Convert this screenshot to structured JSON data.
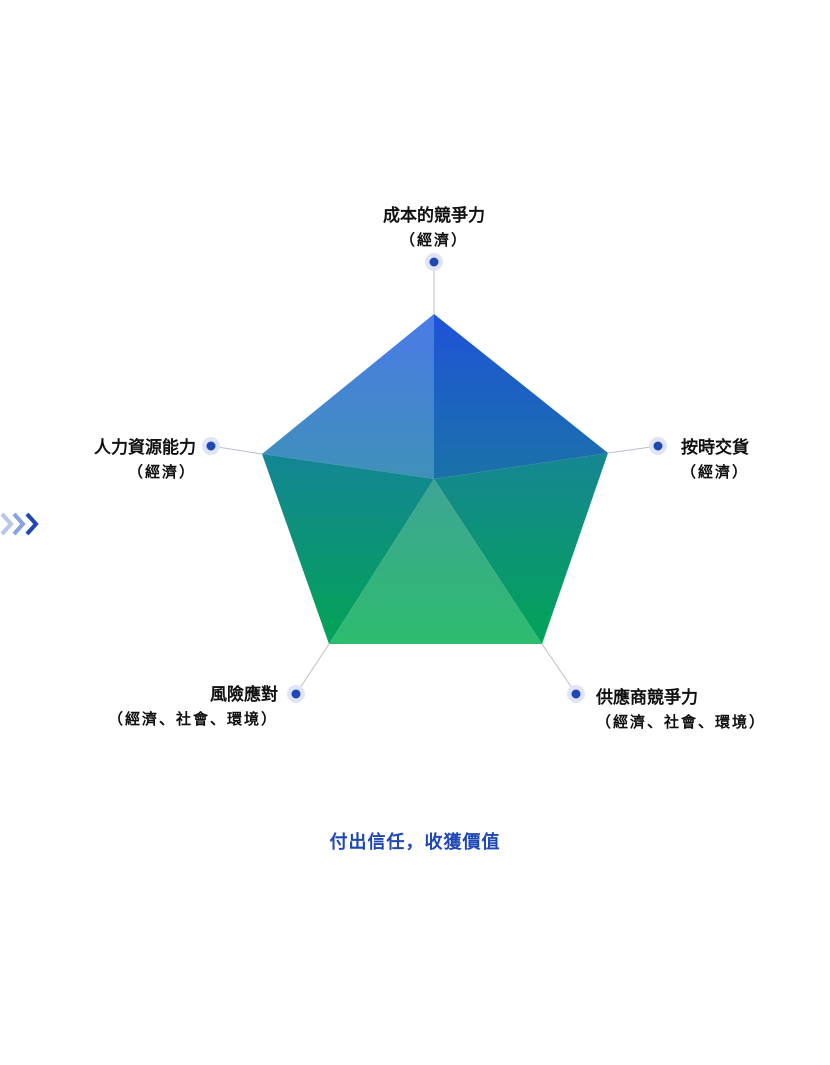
{
  "nodes": [
    {
      "key": "cost",
      "title": "成本的競爭力",
      "sub": "（經濟）"
    },
    {
      "key": "delivery",
      "title": "按時交貨",
      "sub": "（經濟）"
    },
    {
      "key": "supplier",
      "title": "供應商競爭力",
      "sub": "（經濟、社會、環境）"
    },
    {
      "key": "risk",
      "title": "風險應對",
      "sub": "（經濟、社會、環境）"
    },
    {
      "key": "hr",
      "title": "人力資源能力",
      "sub": "（經濟）"
    }
  ],
  "tagline": "付出信任，收獲價值",
  "icons": [
    "chevron-right-icon",
    "dot-marker-icon"
  ],
  "colors": {
    "accent_blue": "#1f47b6",
    "gradient_top": "#2a5ae0",
    "gradient_bottom": "#05a657",
    "marker_halo": "#dfe5f5",
    "connector": "#b9bec8"
  }
}
